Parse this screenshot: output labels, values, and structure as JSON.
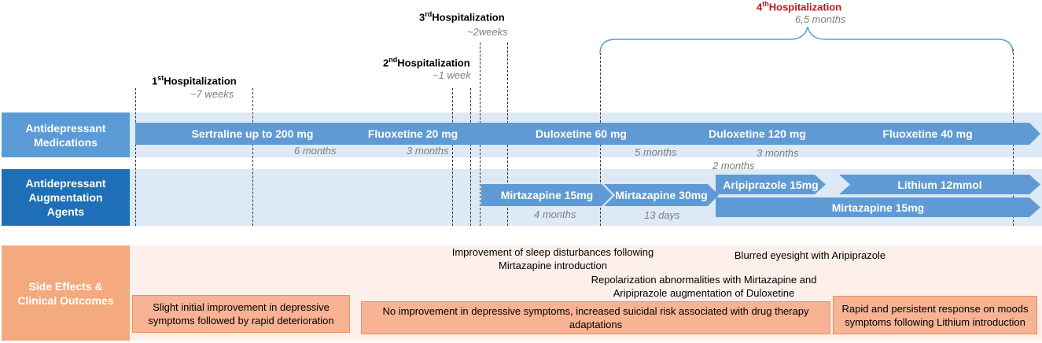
{
  "rows": {
    "medications": "Antidepressant Medications",
    "augmentation": "Antidepressant Augmentation Agents",
    "outcomes": "Side Effects & Clinical Outcomes"
  },
  "hospitalizations": [
    {
      "ordinal": "1",
      "sup": "st",
      "label": "Hospitalization",
      "duration": "~7 weeks"
    },
    {
      "ordinal": "2",
      "sup": "nd",
      "label": "Hospitalization",
      "duration": "~1 week"
    },
    {
      "ordinal": "3",
      "sup": "rd",
      "label": "Hospitalization",
      "duration": "~2weeks"
    },
    {
      "ordinal": "4",
      "sup": "th",
      "label": "Hospitalization",
      "duration": "6,5 months"
    }
  ],
  "medications": [
    {
      "label": "Sertraline up to 200 mg",
      "duration": "6 months"
    },
    {
      "label": "Fluoxetine 20 mg",
      "duration": "3 months"
    },
    {
      "label": "Duloxetine 60 mg",
      "duration": "5 months"
    },
    {
      "label": "Duloxetine 120 mg",
      "duration": "3 months"
    },
    {
      "label": "Fluoxetine 40 mg",
      "duration": ""
    }
  ],
  "augmentation": [
    {
      "label": "Mirtazapine 15mg",
      "duration": "4 months"
    },
    {
      "label": "Mirtazapine 30mg",
      "duration": "13 days"
    },
    {
      "label": "Aripiprazole 15mg",
      "duration": "2 months"
    },
    {
      "label": "Lithium 12mmol",
      "duration": ""
    },
    {
      "label": "Mirtazapine 15mg",
      "duration": ""
    }
  ],
  "notes": {
    "sleep": "Improvement of sleep disturbances following Mirtazapine introduction",
    "blurred": "Blurred eyesight with Aripiprazole",
    "repolarization": "Repolarization abnormalities with Mirtazapine and Aripiprazole augmentation of Duloxetine"
  },
  "outcomes": [
    "Slight initial improvement in depressive symptoms followed by rapid deterioration",
    "No improvement in depressive symptoms, increased suicidal risk associated with drug therapy adaptations",
    "Rapid and persistent response on moods symptoms following Lithium introduction"
  ],
  "colors": {
    "row_label_1": "#5b9bd5",
    "row_label_2": "#1f6fb8",
    "row_label_3": "#f4a97f",
    "band_blue": "#dde9f5",
    "band_peach": "#fdf0ea",
    "arrow": "#5f9ad4",
    "hosp4": "#c0151b",
    "brace": "#5b9bd5"
  }
}
